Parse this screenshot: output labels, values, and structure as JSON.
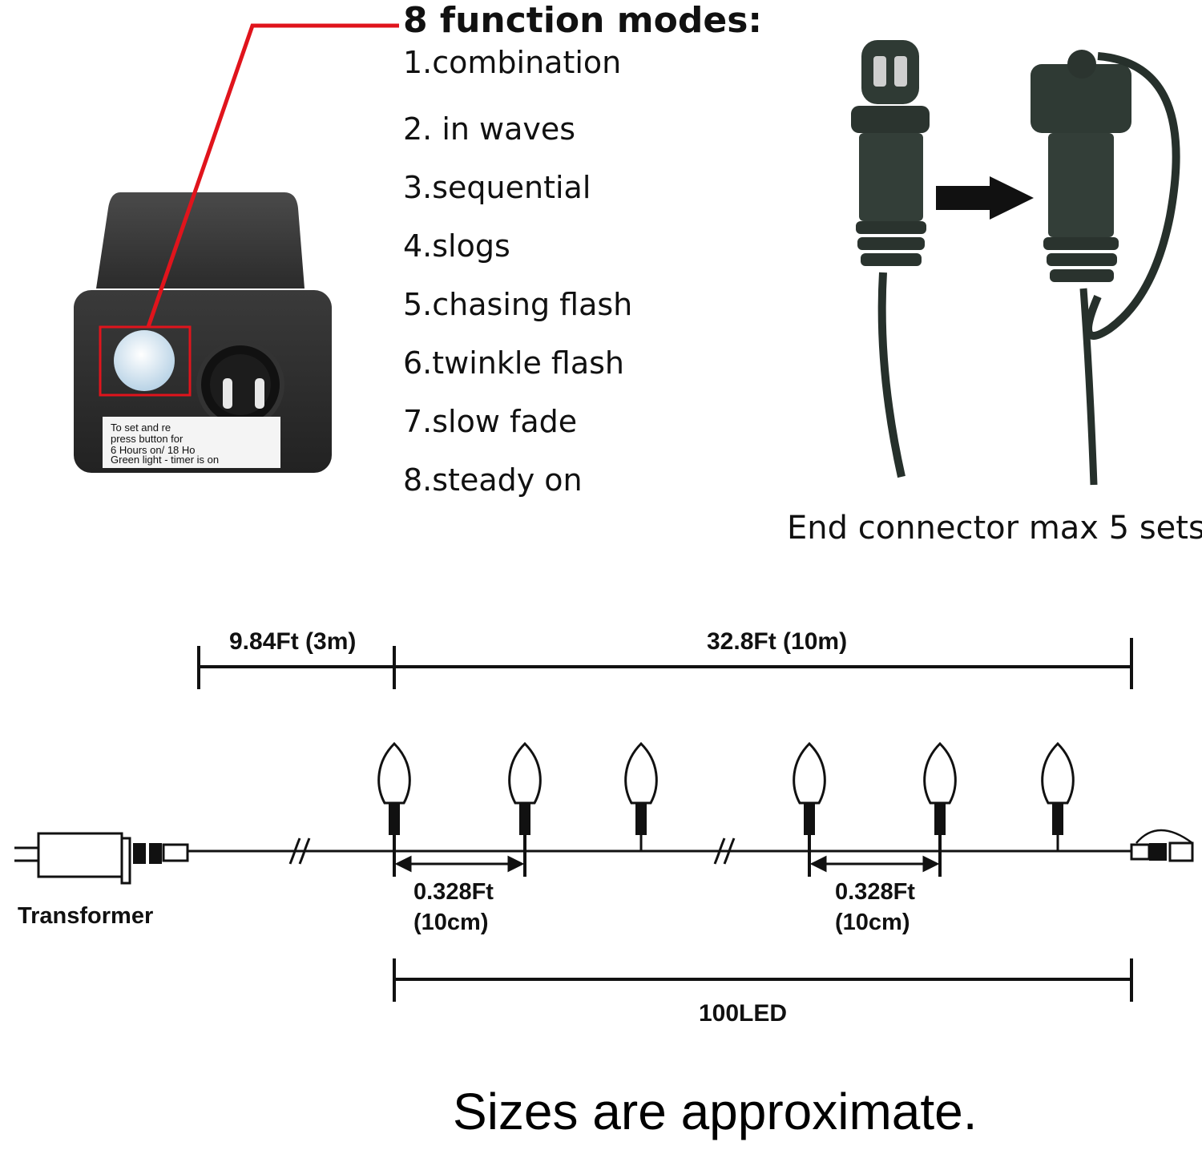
{
  "modes": {
    "title": "8 function modes:",
    "items": [
      "1.combination",
      "2. in waves",
      "3.sequential",
      "4.slogs",
      "5.chasing flash",
      "6.twinkle flash",
      "7.slow fade",
      "8.steady on"
    ]
  },
  "controller": {
    "label_lines": [
      "To set and re",
      "press button for",
      "6 Hours on/ 18 Ho",
      "Green light - timer is on"
    ],
    "callout_color": "#e0141c"
  },
  "connector": {
    "caption": "End connector max 5 sets"
  },
  "diagram": {
    "lead_length": "9.84Ft (3m)",
    "string_length": "32.8Ft (10m)",
    "spacing_1": [
      "0.328Ft",
      "(10cm)"
    ],
    "spacing_2": [
      "0.328Ft",
      "(10cm)"
    ],
    "transformer_label": "Transformer",
    "led_count": "100LED"
  },
  "note": "Sizes are approximate."
}
